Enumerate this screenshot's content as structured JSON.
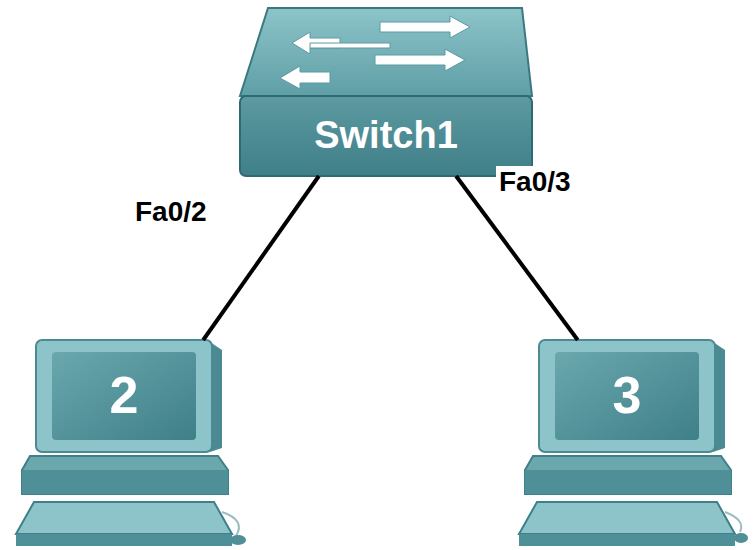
{
  "diagram": {
    "nodes": [
      {
        "text": [
          "Switch1"
        ]
      },
      {
        "text": [
          "2"
        ]
      },
      {
        "text": [
          "3"
        ]
      }
    ],
    "edges": [
      {
        "from": 0,
        "to": 1,
        "arrow": "none",
        "label": "Fa0/2"
      },
      {
        "from": 0,
        "to": 2,
        "arrow": "none",
        "label": "Fa0/3"
      }
    ]
  }
}
